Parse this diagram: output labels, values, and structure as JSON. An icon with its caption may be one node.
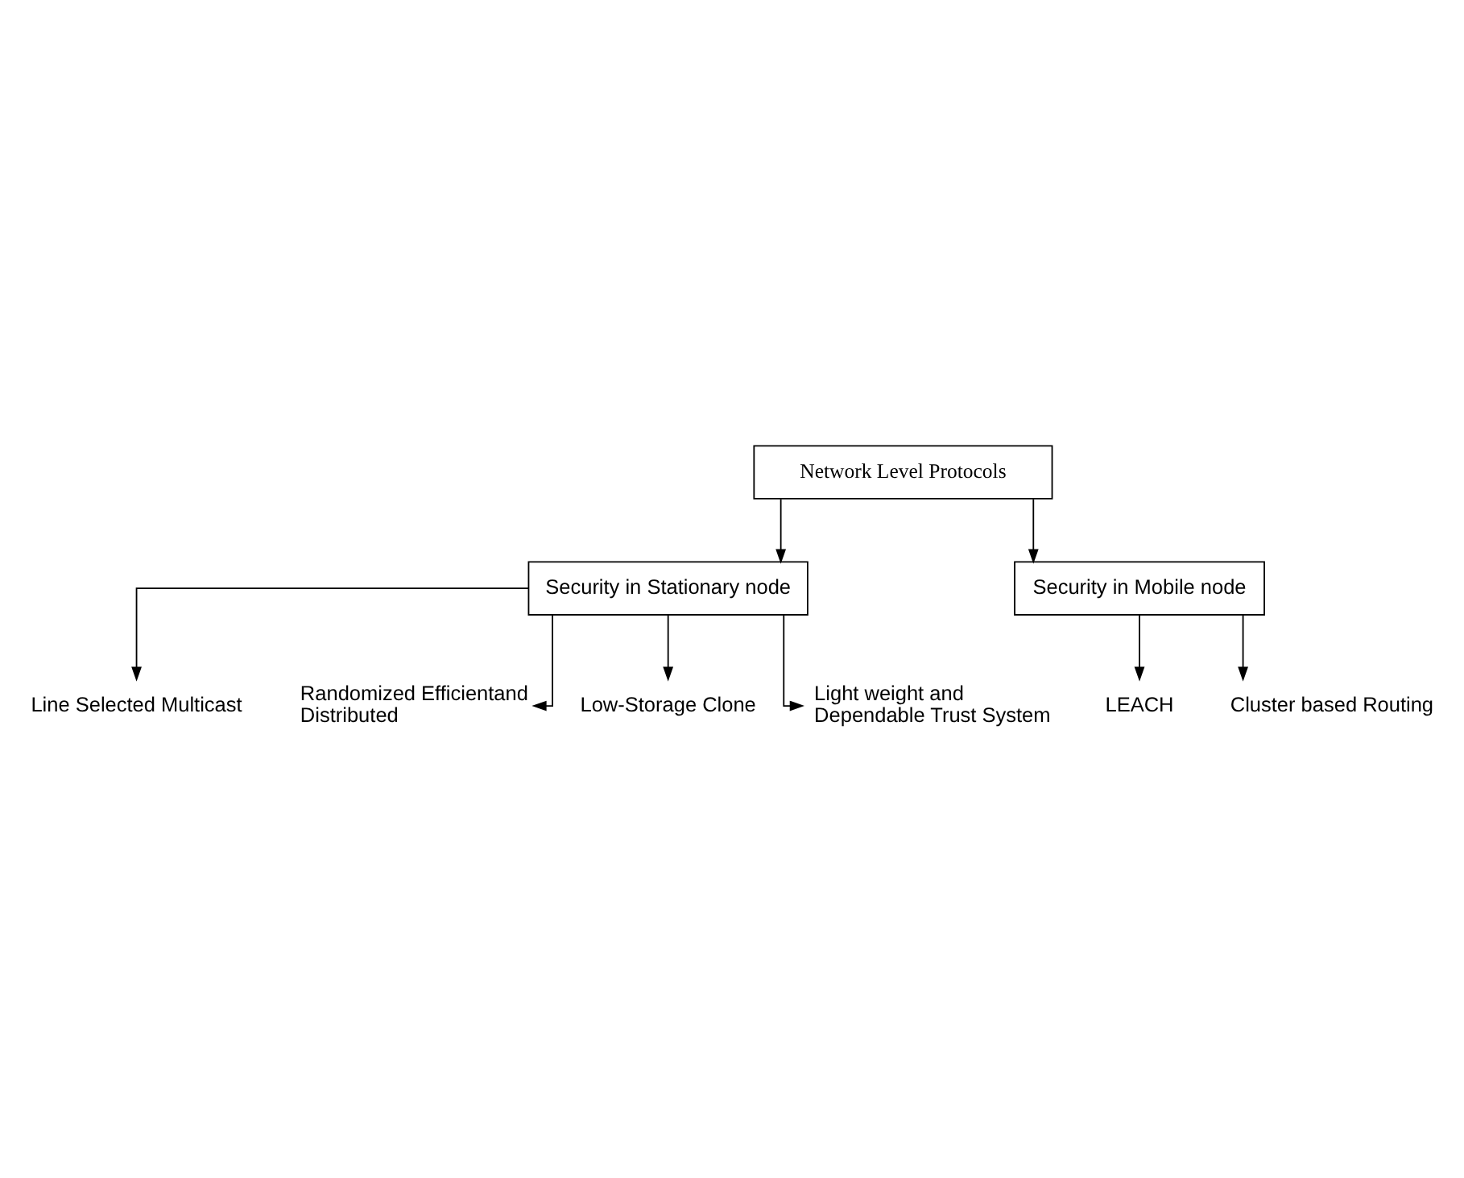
{
  "diagram": {
    "nodes": [
      {
        "text": [
          "Network Level Protocols"
        ]
      },
      {
        "text": [
          "Security in Stationary node"
        ]
      },
      {
        "text": [
          "Security in Mobile node"
        ]
      },
      {
        "text": [
          "Line Selected Multicast"
        ]
      },
      {
        "text": [
          "Randomized Efficientand Distributed"
        ]
      },
      {
        "text": [
          "Low-Storage Clone"
        ]
      },
      {
        "text": [
          "Light weight and Dependable Trust System"
        ]
      },
      {
        "text": [
          "LEACH"
        ]
      },
      {
        "text": [
          "Cluster based Routing"
        ]
      }
    ],
    "edges": [
      {
        "from": 0,
        "to": 1,
        "arrow": "to"
      },
      {
        "from": 0,
        "to": 2,
        "arrow": "to"
      },
      {
        "from": 1,
        "to": 3,
        "arrow": "to"
      },
      {
        "from": 1,
        "to": 4,
        "arrow": "to"
      },
      {
        "from": 1,
        "to": 5,
        "arrow": "to"
      },
      {
        "from": 1,
        "to": 6,
        "arrow": "to"
      },
      {
        "from": 2,
        "to": 7,
        "arrow": "to"
      },
      {
        "from": 2,
        "to": 8,
        "arrow": "to"
      }
    ]
  }
}
